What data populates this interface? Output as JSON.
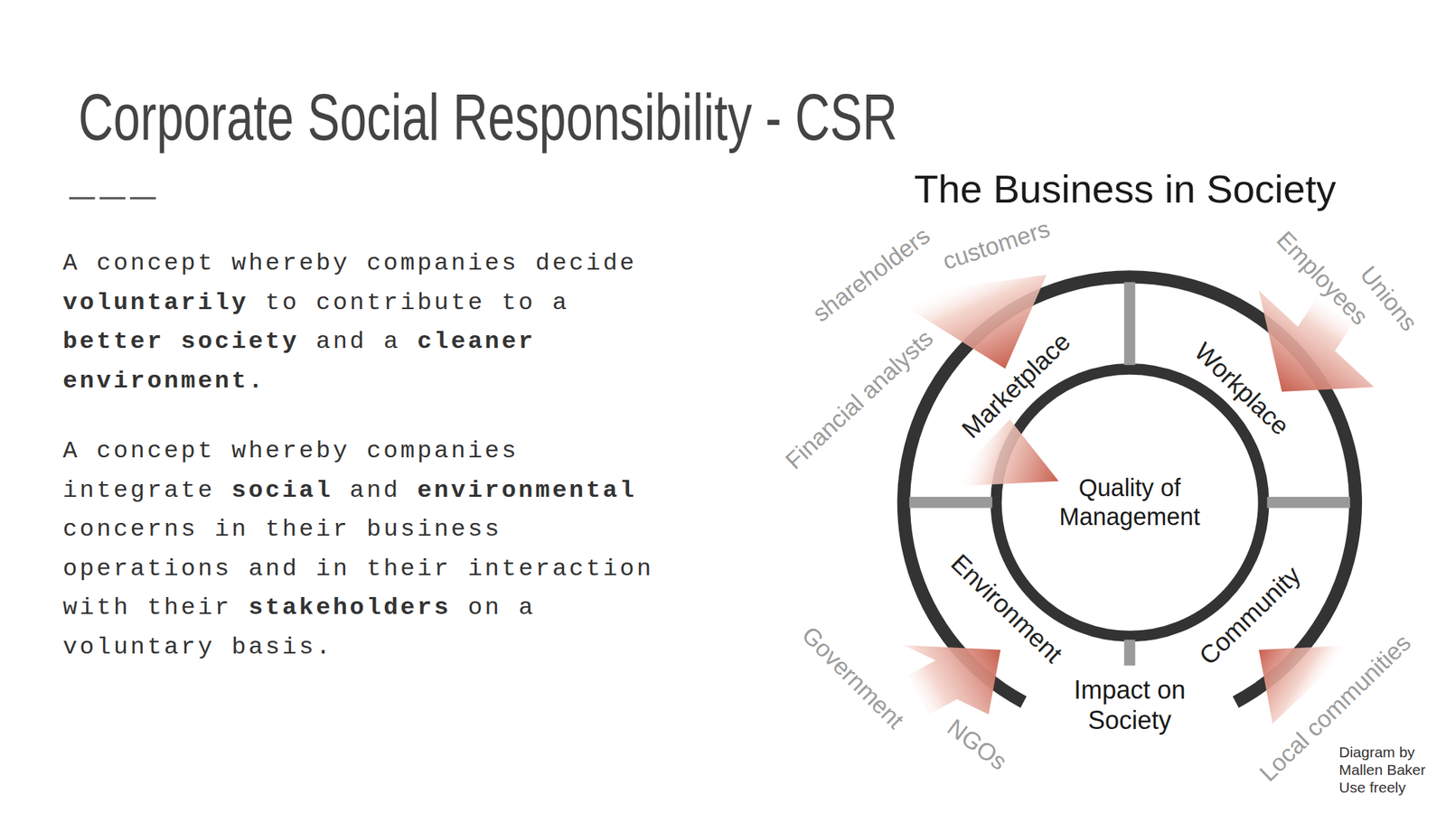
{
  "diagram": {
    "title": "Corporate Social Responsibility - CSR",
    "nodes": [
      {
        "text": [
          "The Business in Society",
          "Impact on Society"
        ]
      },
      {
        "text": [
          "Quality of Management"
        ],
        "in": 0
      }
    ],
    "labels": [
      "A concept whereby companies decide voluntarily to contribute to a better society and a cleaner environment.",
      "A concept whereby companies integrate social and environmental concerns in their business operations and in their interaction with their stakeholders on a voluntary basis.",
      "shareholders",
      "customers",
      "Financial analysts",
      "Employees",
      "Unions",
      "Marketplace",
      "Workplace",
      "Environment",
      "Community",
      "Government",
      "NGOs",
      "Local communities",
      "Diagram by Mallen Baker Use freely"
    ]
  }
}
